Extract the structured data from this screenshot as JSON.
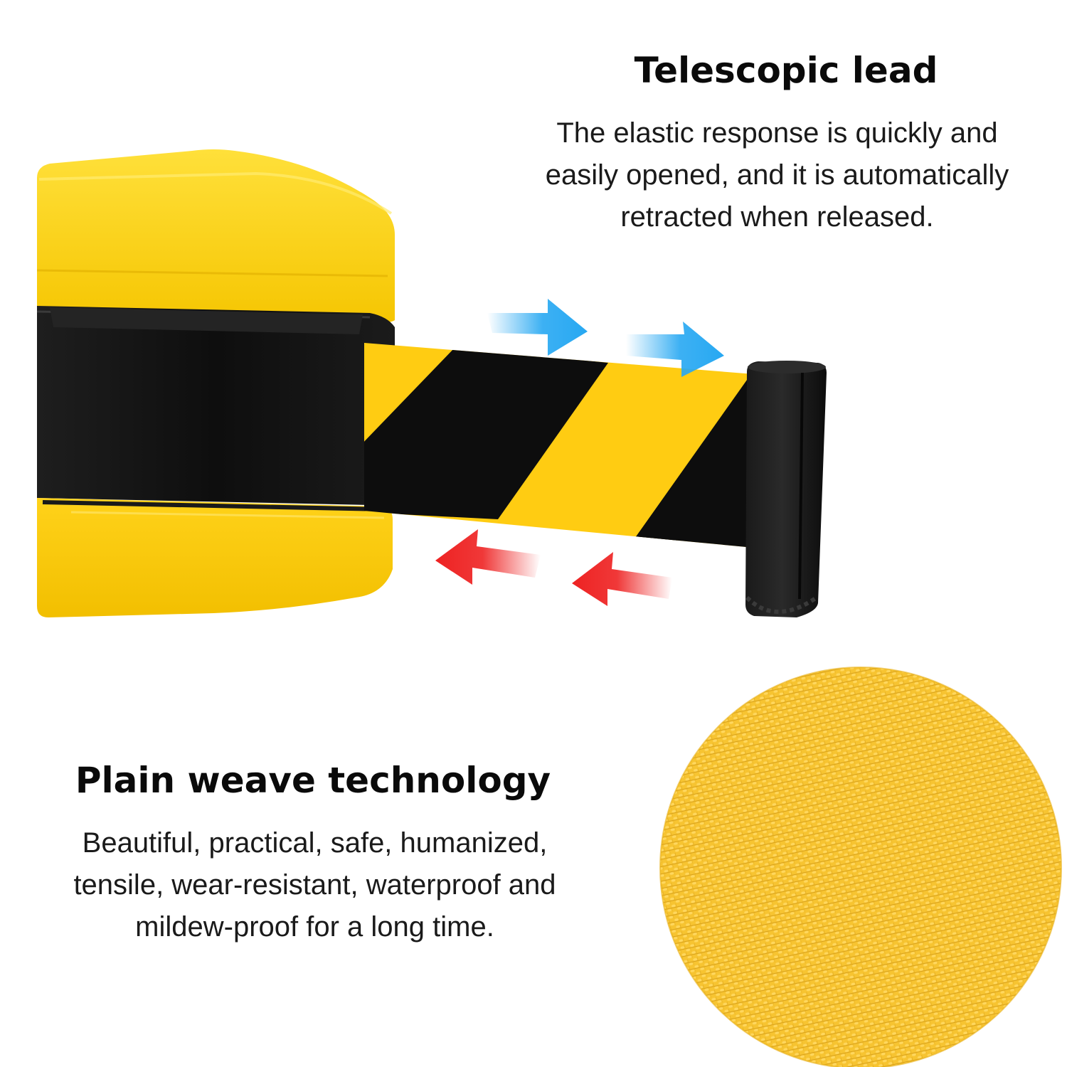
{
  "features": [
    {
      "title": "Telescopic lead",
      "description": "The elastic response is quickly and\neasily opened, and it is automatically\nretracted when released."
    },
    {
      "title": "Plain weave technology",
      "description": "Beautiful, practical, safe, humanized,\ntensile, wear-resistant, waterproof and\nmildew-proof for a long time."
    }
  ],
  "colors": {
    "housing_yellow": "#FFD21A",
    "housing_black": "#141414",
    "tape_yellow": "#FFCC12",
    "tape_black": "#0d0d0d",
    "arrow_extend": "#27A8F2",
    "arrow_retract": "#EE2222",
    "fabric_yellow": "#F7C431"
  },
  "icons": {
    "extend_arrows": "arrow-right-icon",
    "retract_arrows": "arrow-left-icon"
  }
}
